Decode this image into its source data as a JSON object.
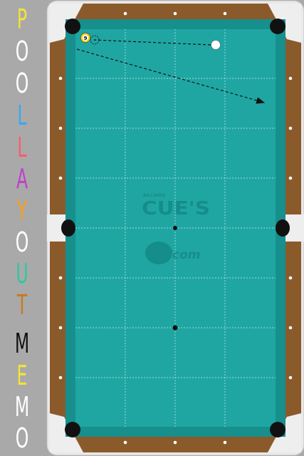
{
  "title": {
    "letters": [
      {
        "ch": "P",
        "color": "#f5e23a"
      },
      {
        "ch": "O",
        "color": "#ffffff"
      },
      {
        "ch": "O",
        "color": "#ffffff"
      },
      {
        "ch": "L",
        "color": "#3aa8f0"
      },
      {
        "ch": "L",
        "color": "#ff5a6e"
      },
      {
        "ch": "A",
        "color": "#c040c8"
      },
      {
        "ch": "Y",
        "color": "#f5a020"
      },
      {
        "ch": "O",
        "color": "#ffffff"
      },
      {
        "ch": "U",
        "color": "#2ec8a0"
      },
      {
        "ch": "T",
        "color": "#c87a20"
      },
      {
        "ch": "M",
        "color": "#111111"
      },
      {
        "ch": "E",
        "color": "#f5e23a"
      },
      {
        "ch": "M",
        "color": "#ffffff"
      },
      {
        "ch": "O",
        "color": "#ffffff"
      }
    ]
  },
  "logo": {
    "small_text": "BILLIARD",
    "brand": "CUE'S",
    "sub": "com"
  },
  "balls": {
    "nine_label": "9"
  },
  "colors": {
    "cloth": "#1fa6a3",
    "rail": "#8b5a2b",
    "background": "#a9a9a9"
  }
}
